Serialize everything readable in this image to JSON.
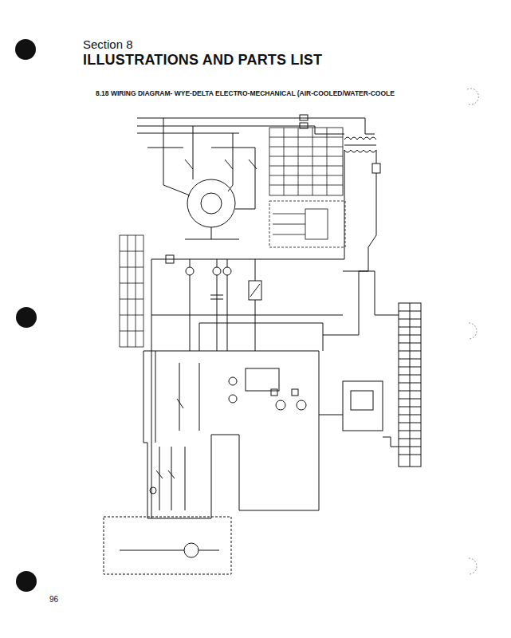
{
  "diagram": {
    "title": "ILLUSTRATIONS AND PARTS LIST",
    "labels": [
      "Section 8",
      "8.18 WIRING DIAGRAM- WYE-DELTA ELECTRO-MECHANICAL (AIR-COOLED/WATER-COOLE",
      "96"
    ]
  }
}
